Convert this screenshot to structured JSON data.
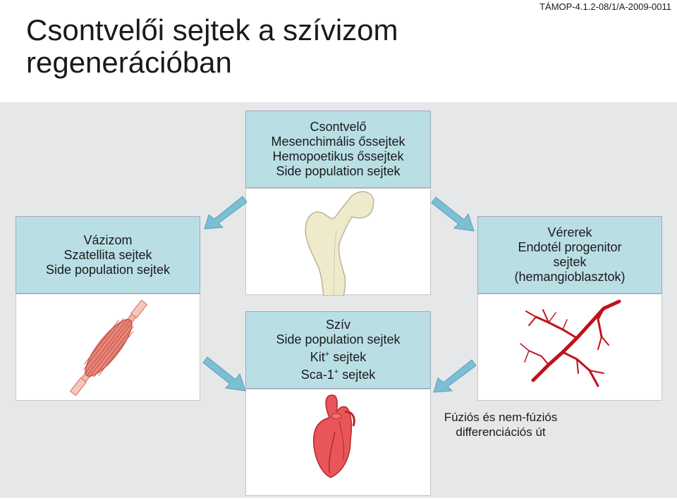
{
  "header": {
    "title_line1": "Csontvelői sejtek a szívizom",
    "title_line2": "regenerációban",
    "project_id": "TÁMOP-4.1.2-08/1/A-2009-0011"
  },
  "bone_marrow": {
    "heading": "Csontvelő",
    "items": [
      "Mesenchimális őssejtek",
      "Hemopoetikus őssejtek",
      "Side population  sejtek"
    ]
  },
  "skeletal_muscle": {
    "heading": "Vázizom",
    "items": [
      "Szatellita sejtek",
      "Side population sejtek"
    ]
  },
  "blood_vessels": {
    "heading": "Vérerek",
    "items": [
      "Endotél  progenitor",
      "sejtek",
      "(hemangioblasztok)"
    ]
  },
  "heart": {
    "heading": "Szív",
    "item1": "Side population sejtek",
    "item2_prefix": "Kit",
    "item2_sup": "+",
    "item2_suffix": " sejtek",
    "item3_prefix": "Sca-1",
    "item3_sup": "+",
    "item3_suffix": " sejtek"
  },
  "footnote": {
    "line1": "Fúziós és nem-fúziós",
    "line2": "differenciációs út"
  },
  "icons": [
    "femur-bone-icon",
    "muscle-icon",
    "blood-vessel-icon",
    "heart-icon",
    "arrow-icon"
  ],
  "colors": {
    "box_fill": "#b9dfe5",
    "panel_bg": "#e6e7e8",
    "arrow": "#7bbfd4",
    "vessel": "#c0111a",
    "muscle": "#e8867a",
    "bone": "#eeeacb"
  }
}
